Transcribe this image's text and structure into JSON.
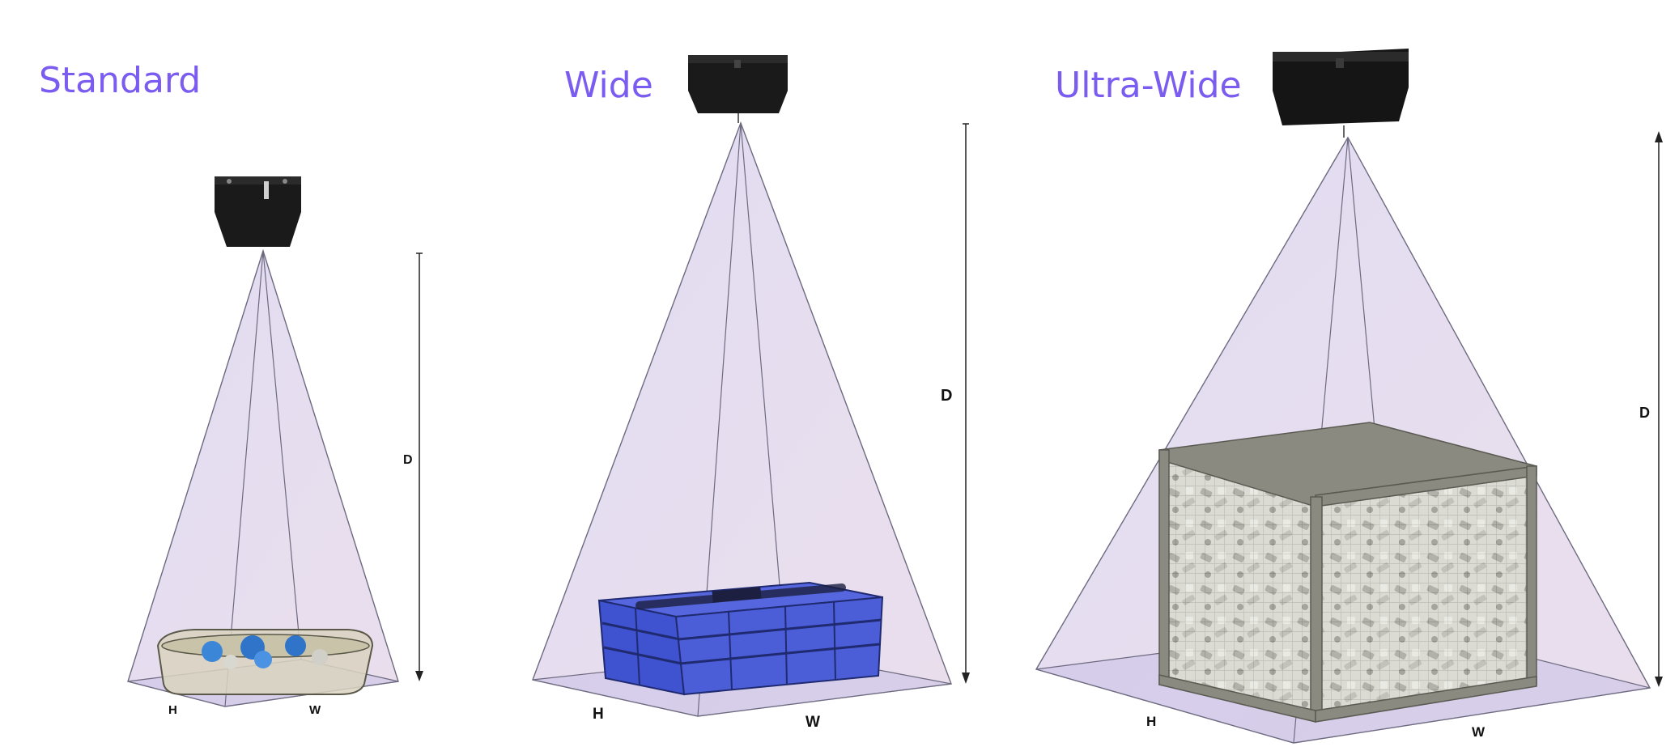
{
  "panels": [
    {
      "title": "Standard",
      "depth_label": "D",
      "height_label": "H",
      "width_label": "W",
      "object": "tray"
    },
    {
      "title": "Wide",
      "depth_label": "D",
      "height_label": "H",
      "width_label": "W",
      "object": "blue-crate"
    },
    {
      "title": "Ultra-Wide",
      "depth_label": "D",
      "height_label": "H",
      "width_label": "W",
      "object": "wire-mesh-bin"
    }
  ],
  "colors": {
    "title": "#7b5cf0",
    "fov_fill": "#cfc6e6",
    "camera": "#1a1a1a",
    "crate": "#4d5ed8",
    "bin_frame": "#8a8a80"
  }
}
